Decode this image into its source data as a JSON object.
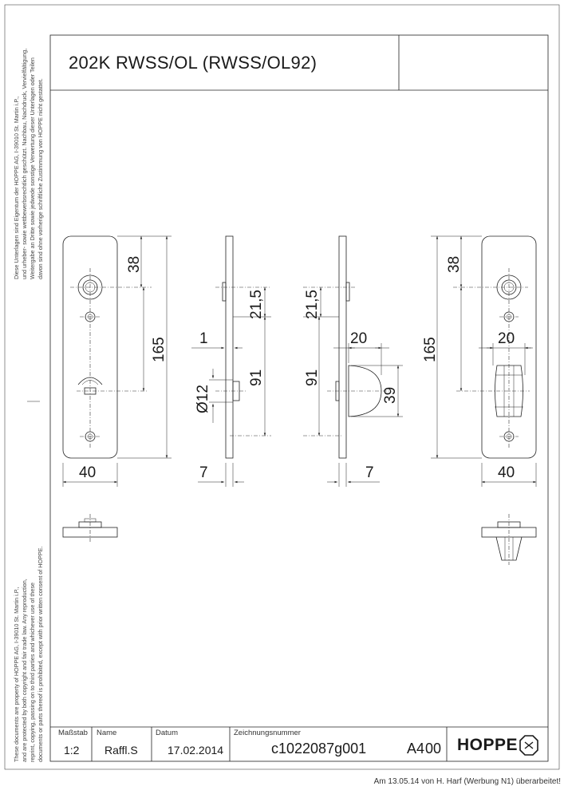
{
  "title": "202K RWSS/OL (RWSS/OL92)",
  "side_notes": {
    "de_line1": "Diese Unterlagen sind Eigentum der  HOPPE AG, I-39010 St. Martin i.P.,",
    "de_line2": "und urheber- sowie wettbewerbsrechtlich geschützt. Nachbau, Nachdruck, Vervielfältigung,",
    "de_line3": "Weitergabe an Dritte sowie jedwede sonstige Verwertung dieser Unterlagen oder Teilen",
    "de_line4": "davon sind ohne vorherige schriftliche Zustimmung von HOPPE nicht gestattet.",
    "en_line1": "These documents are property of HOPPE AG, I-39010 St. Martin i.P.,",
    "en_line2": "and are protected by both copyright and fair trade law. Any reproduction,",
    "en_line3": "reprint, copying, passing on to third parties and whichever use of these",
    "en_line4": "documents or parts thereof is prohibited, except with prior written consent of HOPPE."
  },
  "dimensions": {
    "left_top": "38",
    "left_height": "165",
    "left_width": "40",
    "side1_offset": "21,5",
    "side1_thick": "1",
    "side1_dia": "Ø12",
    "side1_dist": "91",
    "side1_depth": "7",
    "side2_offset": "21,5",
    "side2_dist": "91",
    "side2_knob_w": "20",
    "side2_knob_h": "39",
    "side2_depth": "7",
    "right_top": "38",
    "right_height": "165",
    "right_knob_w": "20",
    "right_width": "40"
  },
  "title_block": {
    "scale_label": "Maßstab",
    "scale_value": "1:2",
    "name_label": "Name",
    "name_value": "Raffl.S",
    "date_label": "Datum",
    "date_value": "17.02.2014",
    "drawing_no_label": "Zeichnungsnummer",
    "drawing_no_value": "c1022087g001",
    "format": "A4",
    "revision": "00",
    "brand": "HOPPE"
  },
  "revision_note": "Am 13.05.14 von H. Harf (Werbung N1) überarbeitet!"
}
